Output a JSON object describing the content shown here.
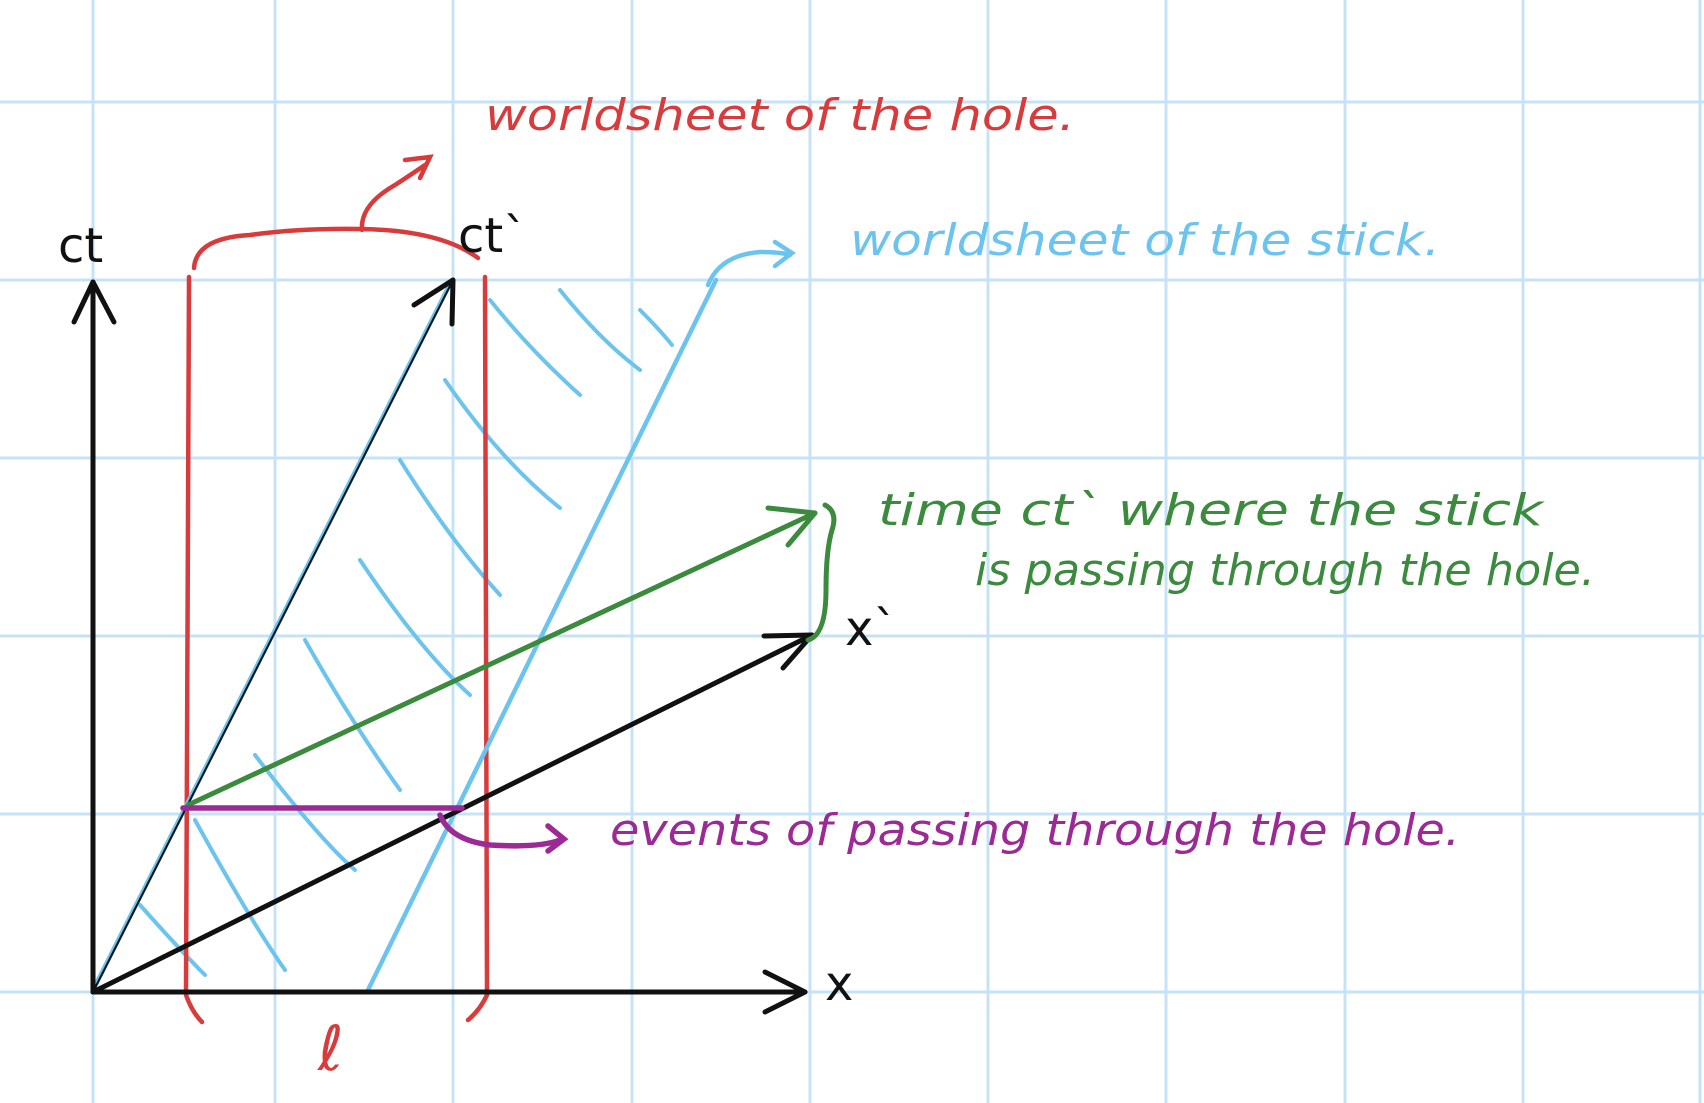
{
  "axes": {
    "ct": "ct",
    "ct_prime": "ct`",
    "x": "x",
    "x_prime": "x`",
    "length": "ℓ"
  },
  "annotations": {
    "hole": "worldsheet of the hole.",
    "stick": "worldsheet of the stick.",
    "time_line1": "time ct` where the stick",
    "time_line2": "is passing through the hole.",
    "events": "events of passing through the hole."
  },
  "colors": {
    "grid": "#c6e3f6",
    "axis": "#111111",
    "hole": "#d83b3b",
    "stick": "#6cc4ee",
    "time": "#3b8a3e",
    "events": "#9b2a94"
  }
}
